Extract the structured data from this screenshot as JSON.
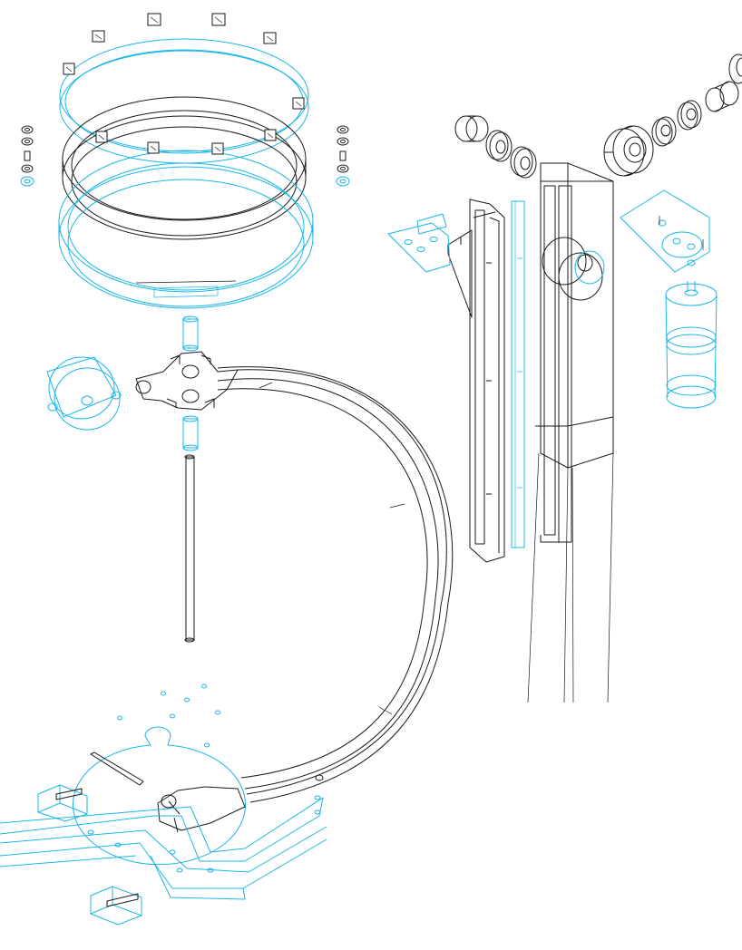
{
  "colors": {
    "background": "#ffffff",
    "ink": "#1a1a1a",
    "accent": "#19b6e8"
  },
  "parts": [
    "top-ring-assembly",
    "side-nut-stacks",
    "bearing-spacer-row",
    "vertical-mast",
    "motor-bracket",
    "motor-cylinder",
    "hub-clamp",
    "stepper-motor",
    "shaft-rod",
    "base-disc",
    "curved-arm",
    "foot-clamps",
    "base-rails"
  ]
}
